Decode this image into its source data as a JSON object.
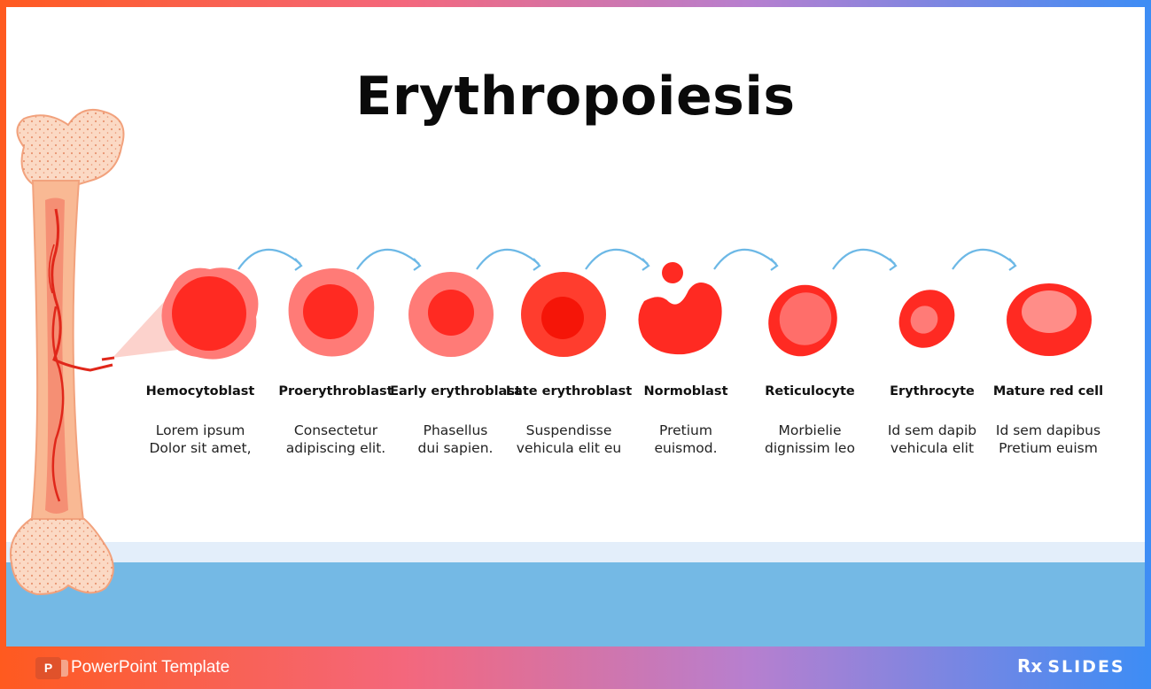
{
  "title": "Erythropoiesis",
  "stages": [
    {
      "name": "Hemocytoblast",
      "desc1": "Lorem ipsum",
      "desc2": "Dolor sit amet,"
    },
    {
      "name": "Proerythroblast",
      "desc1": "Consectetur",
      "desc2": "adipiscing elit."
    },
    {
      "name": "Early erythroblast",
      "desc1": "Phasellus",
      "desc2": "dui sapien."
    },
    {
      "name": "Late erythroblast",
      "desc1": "Suspendisse",
      "desc2": "vehicula elit eu"
    },
    {
      "name": "Normoblast",
      "desc1": "Pretium",
      "desc2": "euismod."
    },
    {
      "name": "Reticulocyte",
      "desc1": "Morbielie",
      "desc2": "dignissim leo"
    },
    {
      "name": "Erythrocyte",
      "desc1": "Id sem dapib",
      "desc2": "vehicula elit"
    },
    {
      "name": "Mature red cell",
      "desc1": "Id sem dapibus",
      "desc2": "Pretium euism"
    }
  ],
  "footer": {
    "label": "PowerPoint Template",
    "icon_letter": "P",
    "brand_rx": "Rx",
    "brand_name": "SLIDES"
  },
  "colors": {
    "cell_red": "#ff2a22",
    "cell_pink": "#ff7b77",
    "arrow": "#6cb8e6",
    "bone": "#f9b994",
    "vessel": "#e0271a"
  },
  "icons": [
    "bone-illustration",
    "blood-vessel",
    "curved-arrow",
    "powerpoint-icon",
    "rx-slides-logo"
  ]
}
